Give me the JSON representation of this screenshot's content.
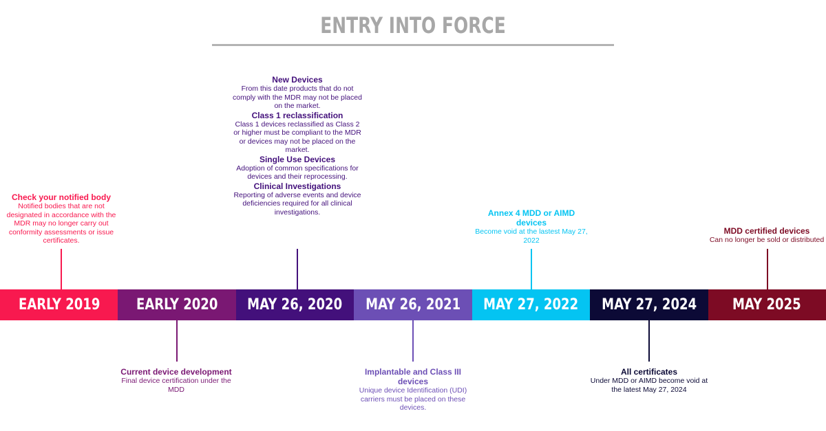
{
  "title": "ENTRY INTO FORCE",
  "segments": [
    {
      "label": "EARLY 2019",
      "color": "#f8194f"
    },
    {
      "label": "EARLY 2020",
      "color": "#7a1873"
    },
    {
      "label": "MAY 26, 2020",
      "color": "#43107b"
    },
    {
      "label": "MAY 26, 2021",
      "color": "#6c4fb5"
    },
    {
      "label": "MAY 27, 2022",
      "color": "#04c4f2"
    },
    {
      "label": "MAY 27, 2024",
      "color": "#0c0a36"
    },
    {
      "label": "MAY 2025",
      "color": "#7d0b24"
    }
  ],
  "notes": {
    "notified_body": {
      "heading": "Check your notified body",
      "body": "Notified bodies that are not designated in accordance with the MDR may no longer carry out conformity assessments or issue certificates.",
      "color": "#f8194f"
    },
    "current_device": {
      "heading": "Current device development",
      "body": "Final device certification under the MDD",
      "color": "#7a1873"
    },
    "new_devices": {
      "heading": "New Devices",
      "body": "From this date products that do not comply with the MDR may not be placed on the market.",
      "color": "#43107b"
    },
    "class1": {
      "heading": "Class 1 reclassification",
      "body": "Class 1 devices reclassified as Class 2 or higher must be compliant to the MDR or devices may not be placed on the market.",
      "color": "#43107b"
    },
    "single_use": {
      "heading": "Single Use Devices",
      "body": "Adoption of common specifications for devices and their reprocessing.",
      "color": "#43107b"
    },
    "clinical": {
      "heading": "Clinical Investigations",
      "body": "Reporting of adverse events and device deficiencies required for all clinical investigations.",
      "color": "#43107b"
    },
    "implantable": {
      "heading": "Implantable and Class III devices",
      "body": "Unique device Identification (UDI) carriers must be placed on these devices.",
      "color": "#6c4fb5"
    },
    "annex4": {
      "heading": "Annex 4 MDD or AIMD devices",
      "body": "Become void at the lastest May 27, 2022",
      "color": "#04c4f2"
    },
    "all_certs": {
      "heading": "All certificates",
      "body": "Under MDD or AIMD become void at the latest May 27, 2024",
      "color": "#0c0a36"
    },
    "mdd_certified": {
      "heading": "MDD certified devices",
      "body": "Can no longer be sold or distributed",
      "color": "#7d0b24"
    }
  }
}
